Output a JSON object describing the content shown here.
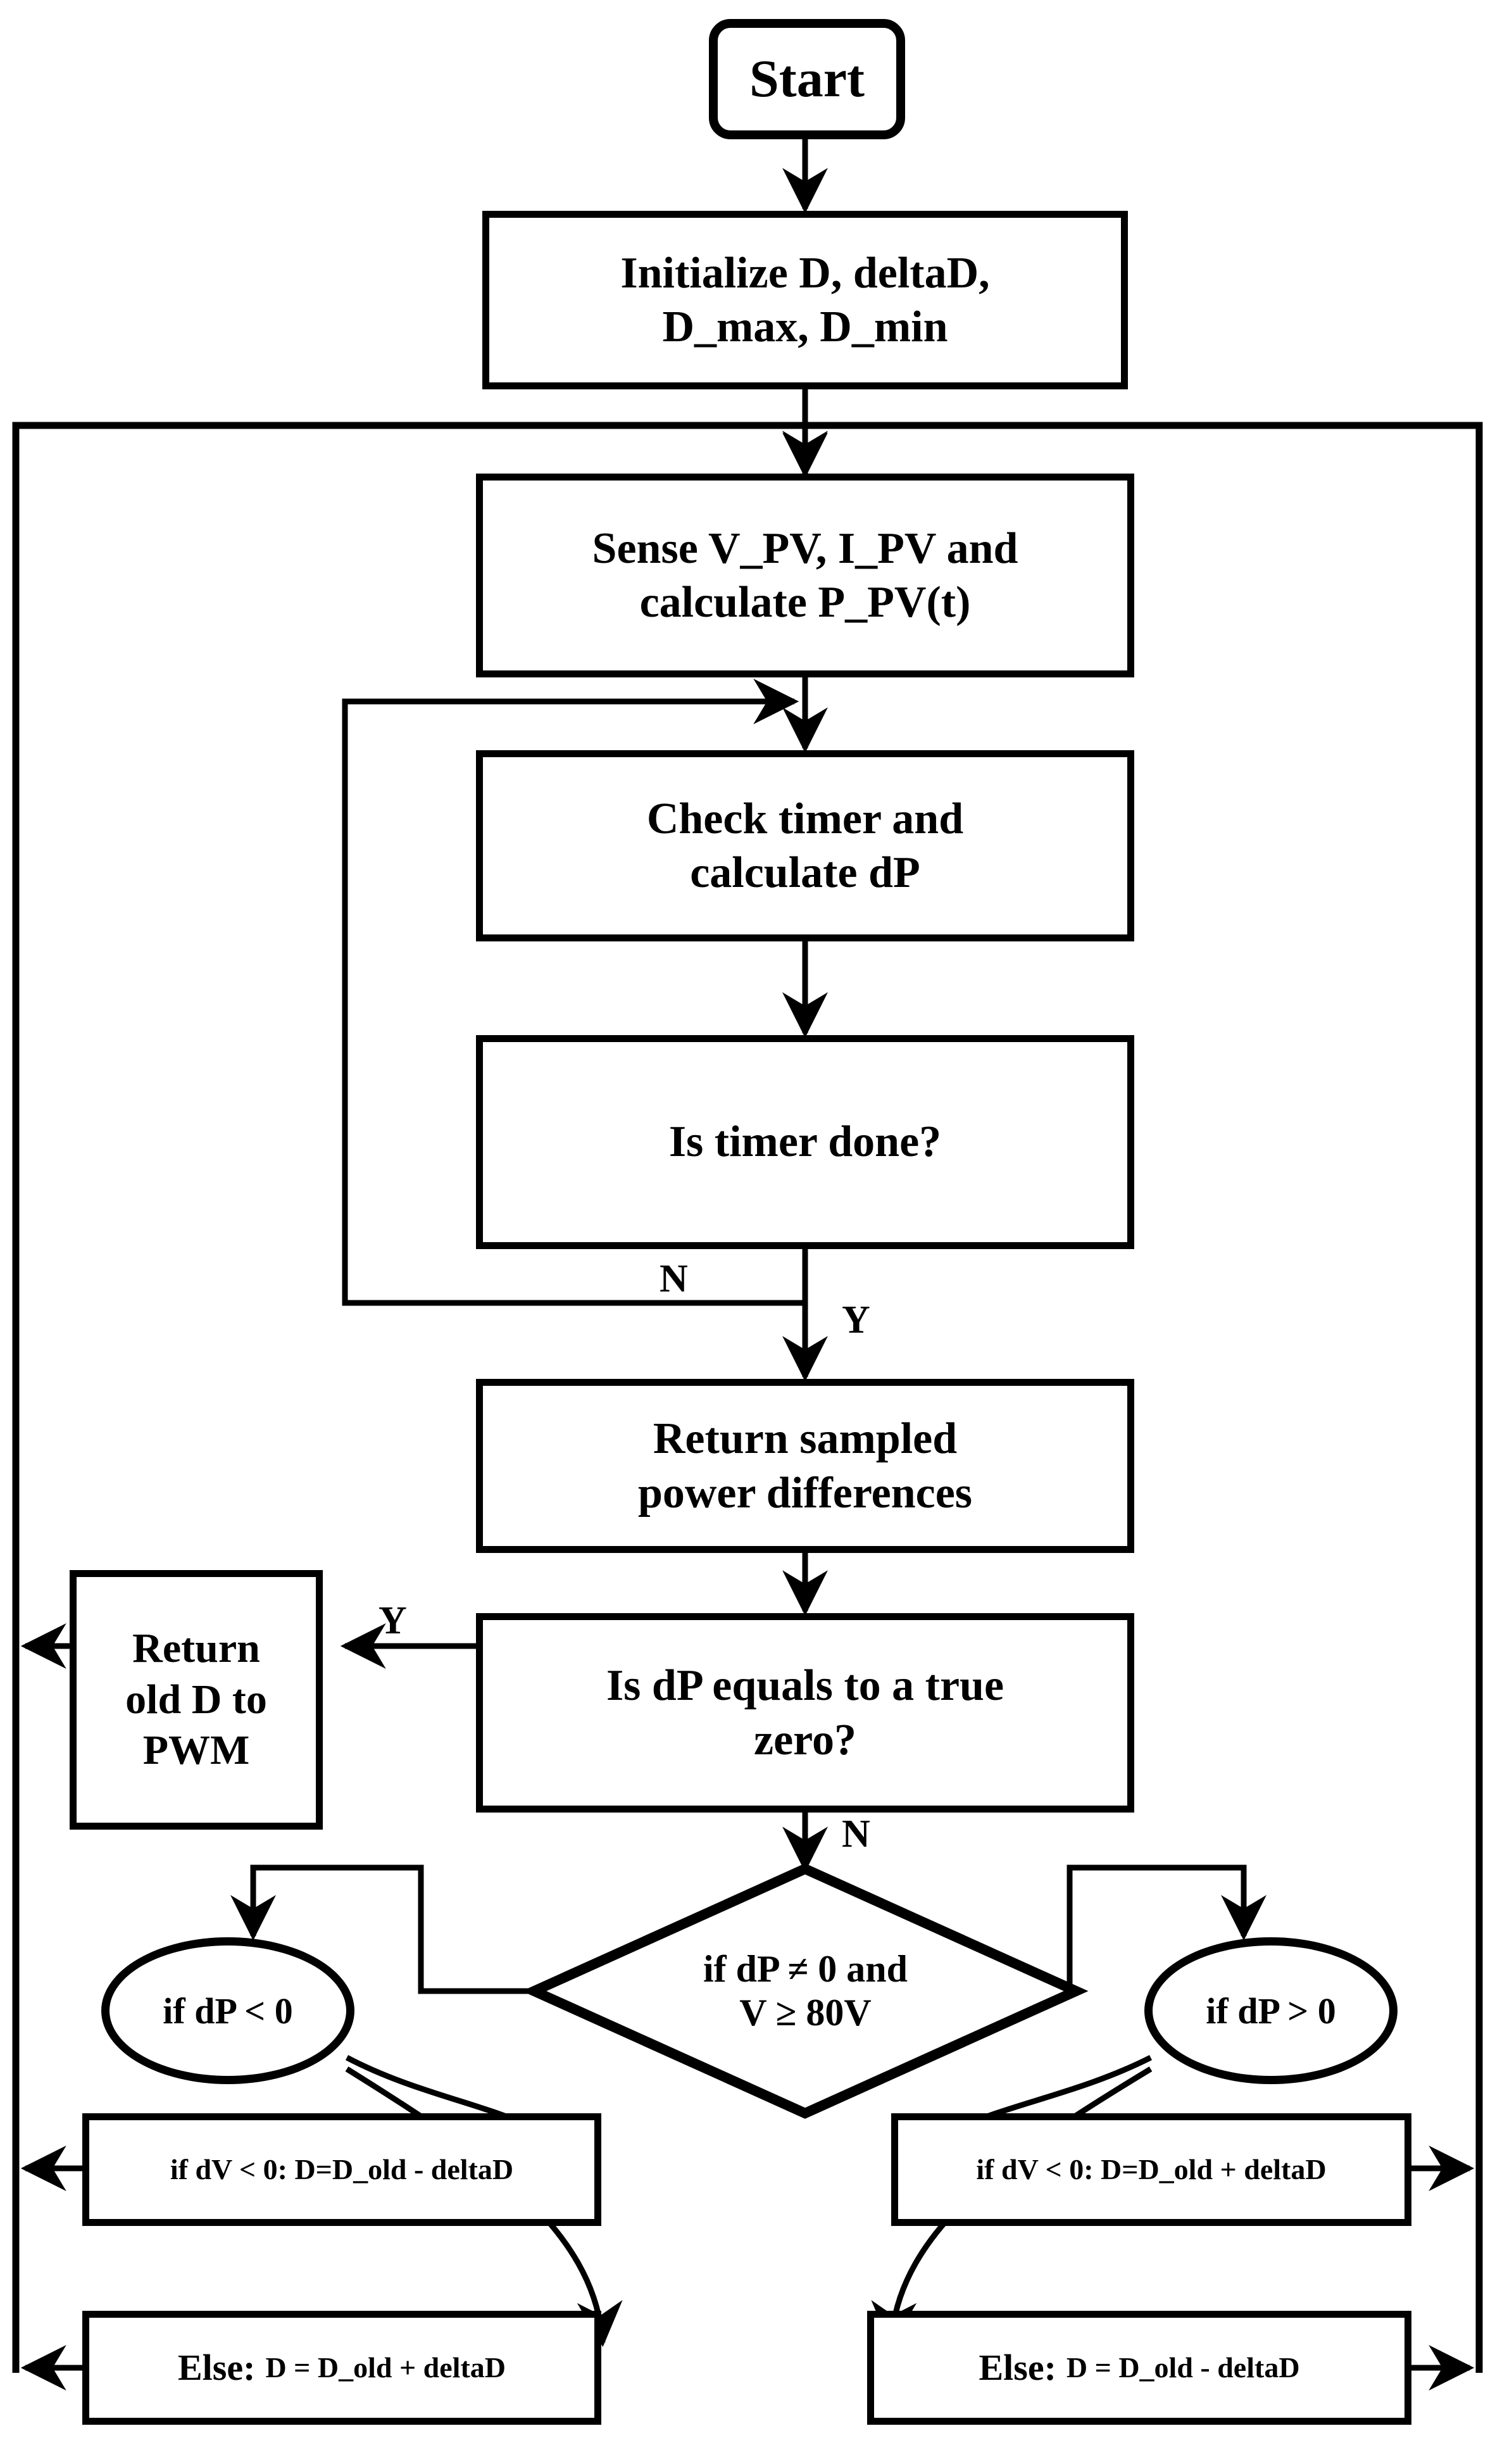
{
  "diagram": {
    "title": "MPPT duty-cycle control flowchart",
    "ink_color": "#000000",
    "background_color": "#ffffff",
    "nodes": {
      "start": {
        "label": "Start",
        "shape": "rounded-rectangle"
      },
      "initialize": {
        "label": "Initialize D, deltaD,\nD_max, D_min",
        "line1": "Initialize D, deltaD,",
        "line2": "D_max, D_min",
        "shape": "rectangle"
      },
      "sense": {
        "line1": "Sense V_PV, I_PV and",
        "line2": "calculate P_PV(t)",
        "shape": "rectangle"
      },
      "check_timer": {
        "line1": "Check timer and",
        "line2": "calculate dP",
        "shape": "rectangle"
      },
      "is_timer_done": {
        "label": "Is timer done?",
        "shape": "rectangle"
      },
      "return_sampled": {
        "line1": "Return sampled",
        "line2": "power differences",
        "shape": "rectangle"
      },
      "is_dp_true_zero": {
        "line1": "Is dP equals to a true",
        "line2": "zero?",
        "shape": "rectangle"
      },
      "return_old_d": {
        "line1": "Return",
        "line2": "old D to",
        "line3": "PWM",
        "shape": "rectangle"
      },
      "decision_dp_v": {
        "line1": "if dP ≠ 0 and",
        "line2": "V ≥ 80V",
        "shape": "diamond"
      },
      "ellipse_dp_neg": {
        "label": "if dP < 0",
        "shape": "ellipse"
      },
      "ellipse_dp_pos": {
        "label": "if dP > 0",
        "shape": "ellipse"
      },
      "left_if_dv": {
        "label": "if dV < 0: D=D_old - deltaD",
        "shape": "rectangle"
      },
      "left_else": {
        "prefix": "Else:",
        "body": "D = D_old + deltaD",
        "shape": "rectangle"
      },
      "right_if_dv": {
        "label": "if dV < 0: D=D_old + deltaD",
        "shape": "rectangle"
      },
      "right_else": {
        "prefix": "Else:",
        "body": "D = D_old - deltaD",
        "shape": "rectangle"
      }
    },
    "edge_labels": {
      "timer_no": "N",
      "timer_yes": "Y",
      "true_zero_yes": "Y",
      "true_zero_no": "N"
    }
  }
}
